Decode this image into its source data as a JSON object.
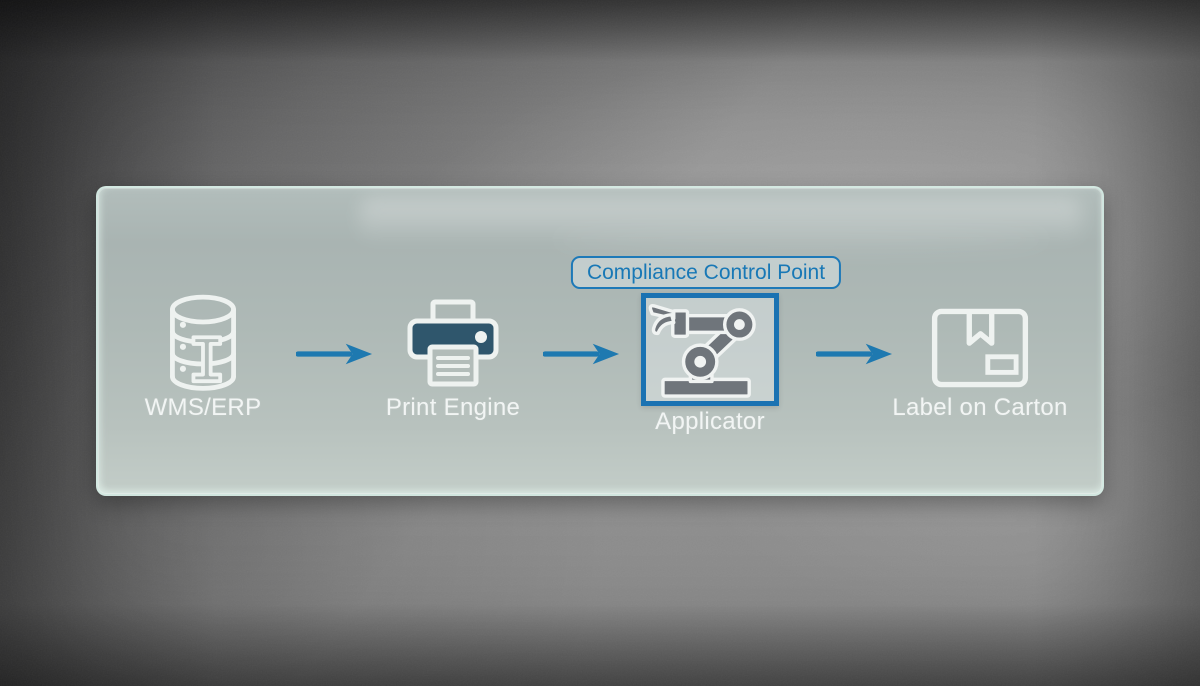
{
  "diagram": {
    "title": "labeling-workflow",
    "badge": {
      "label": "Compliance Control Point"
    },
    "nodes": [
      {
        "label": "WMS/ERP",
        "icon": "database-icon"
      },
      {
        "label": "Print Engine",
        "icon": "printer-icon"
      },
      {
        "label": "Applicator",
        "icon": "robot-arm-icon",
        "highlighted": true
      },
      {
        "label": "Label on Carton",
        "icon": "carton-icon"
      }
    ],
    "flow": [
      "WMS/ERP",
      "Print Engine",
      "Applicator",
      "Label on Carton"
    ],
    "colors": {
      "arrow": "#1e79b0",
      "highlight_border": "#1a72b2",
      "badge_blue": "#1878b6",
      "printer_body": "#2f566c",
      "robot_gray": "#6f757b",
      "icon_outline": "#eef2f0",
      "label_text": "#f2f5f4",
      "panel_tint": "#b0bbb8"
    }
  }
}
